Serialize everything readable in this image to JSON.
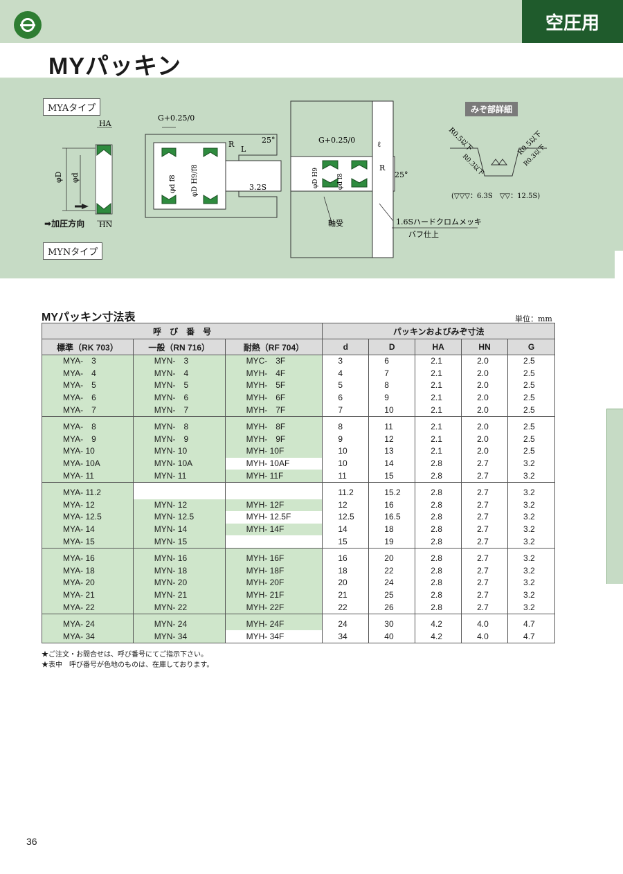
{
  "header": {
    "category": "空圧用",
    "title": "MYパッキン"
  },
  "diagram": {
    "mya_type": "MYAタイプ",
    "myn_type": "MYNタイプ",
    "detail_label": "みぞ部詳細",
    "press_direction": "加圧方向",
    "labels": {
      "ha": "HA",
      "hn": "HN",
      "phi_d_big": "φD",
      "phi_d_small": "φd",
      "g_tol": "G+0.25/0",
      "phi_d_f8": "φd f8",
      "phi_D_h9_f8": "φD H9/f8",
      "r": "R",
      "l": "L",
      "angle": "25°",
      "surface": "3.2S",
      "phi_D_h9": "φD H9",
      "ell": "ℓ",
      "bearing": "軸受",
      "chrome": "1.6Sハードクロムメッキ",
      "buff": "バフ仕上",
      "r05a": "R0.5以下",
      "r05b": "R0.5以下",
      "r03a": "R0.3以下",
      "r03b": "R0.3以下",
      "roughness": "(▽▽▽：6.3S　▽▽：12.5S)"
    }
  },
  "table": {
    "title": "MYパッキン寸法表",
    "unit": "単位：mm",
    "group_header_left": "呼　び　番　号",
    "group_header_right": "パッキンおよびみぞ寸法",
    "columns": [
      "標準（RK 703）",
      "一般（RN 716）",
      "耐熱（RF 704）",
      "d",
      "D",
      "HA",
      "HN",
      "G"
    ],
    "rows": [
      {
        "std": "MYA-　3",
        "gen": "MYN-　3",
        "heat": "MYC-　3F",
        "d": "3",
        "D": "6",
        "ha": "2.1",
        "hn": "2.0",
        "g": "2.5",
        "sg": 1,
        "gg": 1,
        "hg": 1
      },
      {
        "std": "MYA-　4",
        "gen": "MYN-　4",
        "heat": "MYH-　4F",
        "d": "4",
        "D": "7",
        "ha": "2.1",
        "hn": "2.0",
        "g": "2.5",
        "sg": 1,
        "gg": 1,
        "hg": 1
      },
      {
        "std": "MYA-　5",
        "gen": "MYN-　5",
        "heat": "MYH-　5F",
        "d": "5",
        "D": "8",
        "ha": "2.1",
        "hn": "2.0",
        "g": "2.5",
        "sg": 1,
        "gg": 1,
        "hg": 1
      },
      {
        "std": "MYA-　6",
        "gen": "MYN-　6",
        "heat": "MYH-　6F",
        "d": "6",
        "D": "9",
        "ha": "2.1",
        "hn": "2.0",
        "g": "2.5",
        "sg": 1,
        "gg": 1,
        "hg": 1
      },
      {
        "std": "MYA-　7",
        "gen": "MYN-　7",
        "heat": "MYH-　7F",
        "d": "7",
        "D": "10",
        "ha": "2.1",
        "hn": "2.0",
        "g": "2.5",
        "sg": 1,
        "gg": 1,
        "hg": 1
      },
      {
        "std": "MYA-　8",
        "gen": "MYN-　8",
        "heat": "MYH-　8F",
        "d": "8",
        "D": "11",
        "ha": "2.1",
        "hn": "2.0",
        "g": "2.5",
        "sg": 1,
        "gg": 1,
        "hg": 1
      },
      {
        "std": "MYA-　9",
        "gen": "MYN-　9",
        "heat": "MYH-　9F",
        "d": "9",
        "D": "12",
        "ha": "2.1",
        "hn": "2.0",
        "g": "2.5",
        "sg": 1,
        "gg": 1,
        "hg": 1
      },
      {
        "std": "MYA- 10",
        "gen": "MYN- 10",
        "heat": "MYH- 10F",
        "d": "10",
        "D": "13",
        "ha": "2.1",
        "hn": "2.0",
        "g": "2.5",
        "sg": 1,
        "gg": 1,
        "hg": 1
      },
      {
        "std": "MYA- 10A",
        "gen": "MYN- 10A",
        "heat": "MYH- 10AF",
        "d": "10",
        "D": "14",
        "ha": "2.8",
        "hn": "2.7",
        "g": "3.2",
        "sg": 1,
        "gg": 1,
        "hg": 0
      },
      {
        "std": "MYA- 11",
        "gen": "MYN- 11",
        "heat": "MYH- 11F",
        "d": "11",
        "D": "15",
        "ha": "2.8",
        "hn": "2.7",
        "g": "3.2",
        "sg": 1,
        "gg": 1,
        "hg": 1
      },
      {
        "std": "MYA- 11.2",
        "gen": "",
        "heat": "",
        "d": "11.2",
        "D": "15.2",
        "ha": "2.8",
        "hn": "2.7",
        "g": "3.2",
        "sg": 1,
        "gg": 0,
        "hg": 0
      },
      {
        "std": "MYA- 12",
        "gen": "MYN- 12",
        "heat": "MYH- 12F",
        "d": "12",
        "D": "16",
        "ha": "2.8",
        "hn": "2.7",
        "g": "3.2",
        "sg": 1,
        "gg": 1,
        "hg": 1
      },
      {
        "std": "MYA- 12.5",
        "gen": "MYN- 12.5",
        "heat": "MYH- 12.5F",
        "d": "12.5",
        "D": "16.5",
        "ha": "2.8",
        "hn": "2.7",
        "g": "3.2",
        "sg": 1,
        "gg": 1,
        "hg": 0
      },
      {
        "std": "MYA- 14",
        "gen": "MYN- 14",
        "heat": "MYH- 14F",
        "d": "14",
        "D": "18",
        "ha": "2.8",
        "hn": "2.7",
        "g": "3.2",
        "sg": 1,
        "gg": 1,
        "hg": 1
      },
      {
        "std": "MYA- 15",
        "gen": "MYN- 15",
        "heat": "",
        "d": "15",
        "D": "19",
        "ha": "2.8",
        "hn": "2.7",
        "g": "3.2",
        "sg": 1,
        "gg": 1,
        "hg": 0
      },
      {
        "std": "MYA- 16",
        "gen": "MYN- 16",
        "heat": "MYH- 16F",
        "d": "16",
        "D": "20",
        "ha": "2.8",
        "hn": "2.7",
        "g": "3.2",
        "sg": 1,
        "gg": 1,
        "hg": 1
      },
      {
        "std": "MYA- 18",
        "gen": "MYN- 18",
        "heat": "MYH- 18F",
        "d": "18",
        "D": "22",
        "ha": "2.8",
        "hn": "2.7",
        "g": "3.2",
        "sg": 1,
        "gg": 1,
        "hg": 1
      },
      {
        "std": "MYA- 20",
        "gen": "MYN- 20",
        "heat": "MYH- 20F",
        "d": "20",
        "D": "24",
        "ha": "2.8",
        "hn": "2.7",
        "g": "3.2",
        "sg": 1,
        "gg": 1,
        "hg": 1
      },
      {
        "std": "MYA- 21",
        "gen": "MYN- 21",
        "heat": "MYH- 21F",
        "d": "21",
        "D": "25",
        "ha": "2.8",
        "hn": "2.7",
        "g": "3.2",
        "sg": 1,
        "gg": 1,
        "hg": 1
      },
      {
        "std": "MYA- 22",
        "gen": "MYN- 22",
        "heat": "MYH- 22F",
        "d": "22",
        "D": "26",
        "ha": "2.8",
        "hn": "2.7",
        "g": "3.2",
        "sg": 1,
        "gg": 1,
        "hg": 1
      },
      {
        "std": "MYA- 24",
        "gen": "MYN- 24",
        "heat": "MYH- 24F",
        "d": "24",
        "D": "30",
        "ha": "4.2",
        "hn": "4.0",
        "g": "4.7",
        "sg": 1,
        "gg": 1,
        "hg": 1
      },
      {
        "std": "MYA- 34",
        "gen": "MYN- 34",
        "heat": "MYH- 34F",
        "d": "34",
        "D": "40",
        "ha": "4.2",
        "hn": "4.0",
        "g": "4.7",
        "sg": 1,
        "gg": 1,
        "hg": 0
      }
    ],
    "group_ends": [
      4,
      9,
      14,
      19,
      21
    ]
  },
  "footnotes": [
    "★ご注文・お問合せは、呼び番号にてご指示下さい。",
    "★表中　呼び番号が色地のものは、在庫しております。"
  ],
  "page_number": "36",
  "colors": {
    "band": "#c6dbc5",
    "dark_green": "#1f5b2c",
    "cell_green": "#cfe6cb",
    "seal_green": "#2e8b3e"
  }
}
